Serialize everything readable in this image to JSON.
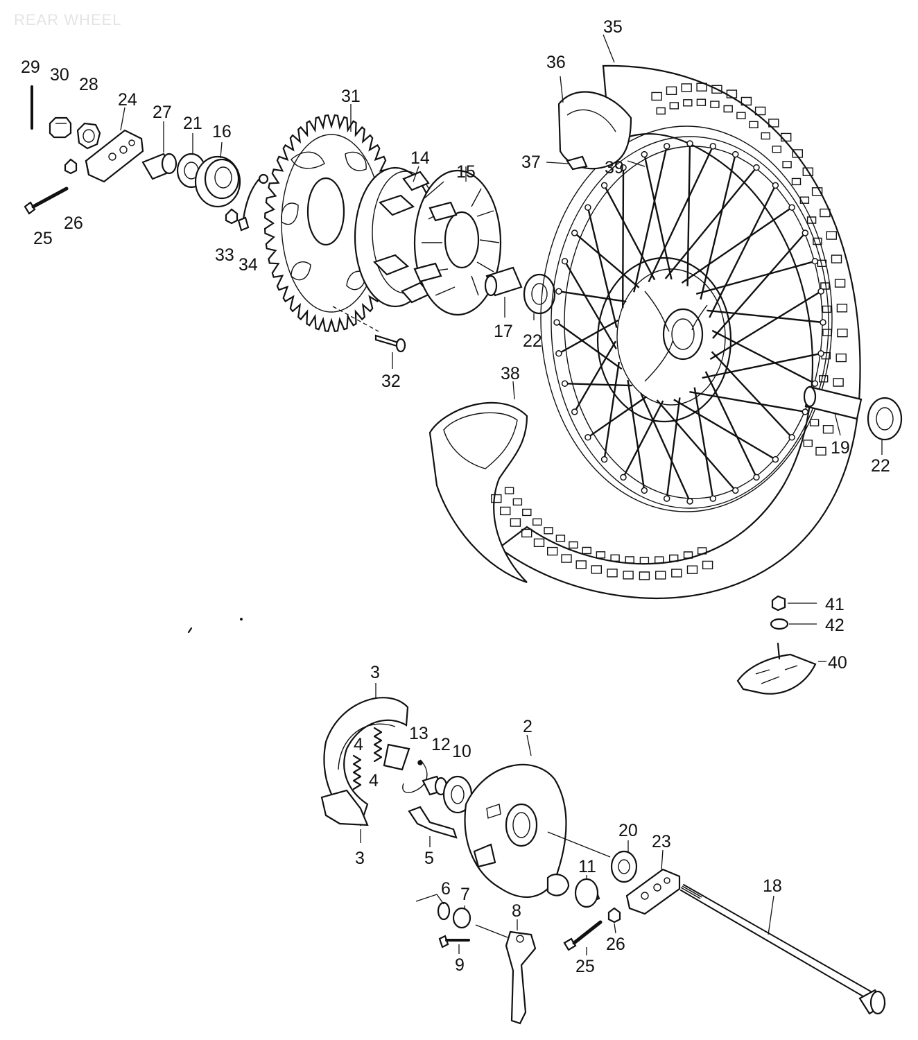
{
  "title": "REAR WHEEL",
  "callouts": [
    {
      "id": "c29",
      "text": "29"
    },
    {
      "id": "c30",
      "text": "30"
    },
    {
      "id": "c28",
      "text": "28"
    },
    {
      "id": "c24",
      "text": "24"
    },
    {
      "id": "c27",
      "text": "27"
    },
    {
      "id": "c21",
      "text": "21"
    },
    {
      "id": "c16",
      "text": "16"
    },
    {
      "id": "c25a",
      "text": "25"
    },
    {
      "id": "c26a",
      "text": "26"
    },
    {
      "id": "c33",
      "text": "33"
    },
    {
      "id": "c34",
      "text": "34"
    },
    {
      "id": "c31",
      "text": "31"
    },
    {
      "id": "c14",
      "text": "14"
    },
    {
      "id": "c15",
      "text": "15"
    },
    {
      "id": "c17",
      "text": "17"
    },
    {
      "id": "c22a",
      "text": "22"
    },
    {
      "id": "c32",
      "text": "32"
    },
    {
      "id": "c35",
      "text": "35"
    },
    {
      "id": "c36",
      "text": "36"
    },
    {
      "id": "c37",
      "text": "37"
    },
    {
      "id": "c39",
      "text": "39"
    },
    {
      "id": "c38",
      "text": "38"
    },
    {
      "id": "c19",
      "text": "19"
    },
    {
      "id": "c22b",
      "text": "22"
    },
    {
      "id": "c41",
      "text": "41"
    },
    {
      "id": "c42",
      "text": "42"
    },
    {
      "id": "c40",
      "text": "40"
    },
    {
      "id": "c3a",
      "text": "3"
    },
    {
      "id": "c4a",
      "text": "4"
    },
    {
      "id": "c4b",
      "text": "4"
    },
    {
      "id": "c13",
      "text": "13"
    },
    {
      "id": "c12",
      "text": "12"
    },
    {
      "id": "c10",
      "text": "10"
    },
    {
      "id": "c2",
      "text": "2"
    },
    {
      "id": "c3b",
      "text": "3"
    },
    {
      "id": "c5",
      "text": "5"
    },
    {
      "id": "c6",
      "text": "6"
    },
    {
      "id": "c7",
      "text": "7"
    },
    {
      "id": "c8",
      "text": "8"
    },
    {
      "id": "c9",
      "text": "9"
    },
    {
      "id": "c20",
      "text": "20"
    },
    {
      "id": "c23",
      "text": "23"
    },
    {
      "id": "c11",
      "text": "11"
    },
    {
      "id": "c18",
      "text": "18"
    },
    {
      "id": "c25b",
      "text": "25"
    },
    {
      "id": "c26b",
      "text": "26"
    }
  ]
}
